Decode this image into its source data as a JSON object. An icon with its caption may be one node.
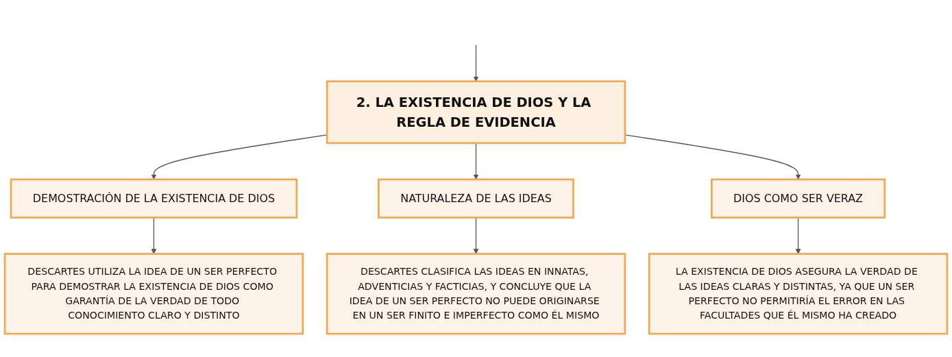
{
  "diagram": {
    "nodes": [
      {
        "text": [
          "2. LA EXISTENCIA DE DIOS Y LA REGLA DE EVIDENCIA"
        ]
      },
      {
        "text": [
          "DEMOSTRACIÓN DE LA EXISTENCIA DE DIOS"
        ]
      },
      {
        "text": [
          "NATURALEZA DE LAS IDEAS"
        ]
      },
      {
        "text": [
          "DIOS COMO SER VERAZ"
        ]
      },
      {
        "text": [
          "DESCARTES UTILIZA LA IDEA DE UN SER PERFECTO PARA DEMOSTRAR LA EXISTENCIA DE DIOS COMO GARANTÍA DE LA VERDAD DE TODO CONOCIMIENTO CLARO Y DISTINTO"
        ]
      },
      {
        "text": [
          "DESCARTES CLASIFICA LAS IDEAS EN INNATAS, ADVENTICIAS Y FACTICIAS, Y CONCLUYE QUE LA IDEA DE UN SER PERFECTO NO PUEDE ORIGINARSE EN UN SER FINITO E IMPERFECTO COMO ÉL MISMO"
        ]
      },
      {
        "text": [
          "LA EXISTENCIA DE DIOS ASEGURA LA VERDAD DE LAS IDEAS CLARAS Y DISTINTAS, YA QUE UN SER PERFECTO NO PERMITIRÍA EL ERROR EN LAS FACULTADES QUE ÉL MISMO HA CREADO"
        ]
      }
    ],
    "edges": [
      {
        "from": null,
        "to": 0,
        "arrow": "to"
      },
      {
        "from": 0,
        "to": 1,
        "arrow": "to"
      },
      {
        "from": 0,
        "to": 2,
        "arrow": "to"
      },
      {
        "from": 0,
        "to": 3,
        "arrow": "to"
      },
      {
        "from": 1,
        "to": 4,
        "arrow": "to"
      },
      {
        "from": 2,
        "to": 5,
        "arrow": "to"
      },
      {
        "from": 3,
        "to": 6,
        "arrow": "to"
      }
    ]
  }
}
